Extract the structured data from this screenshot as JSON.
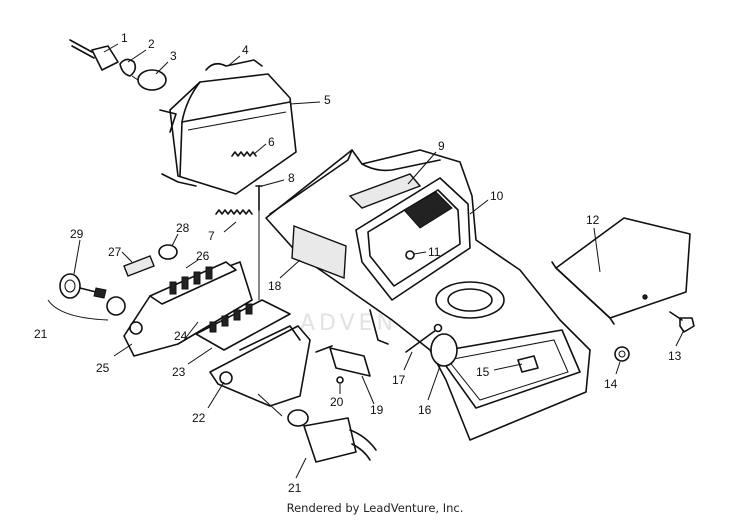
{
  "diagram": {
    "callouts": [
      "1",
      "2",
      "3",
      "4",
      "5",
      "6",
      "7",
      "8",
      "9",
      "10",
      "11",
      "12",
      "13",
      "14",
      "15",
      "16",
      "17",
      "18",
      "19",
      "20",
      "21",
      "22",
      "23",
      "24",
      "25",
      "26",
      "27",
      "28",
      "29",
      "21"
    ],
    "watermark": "ADVENTURE",
    "credit": "Rendered by LeadVenture, Inc."
  }
}
